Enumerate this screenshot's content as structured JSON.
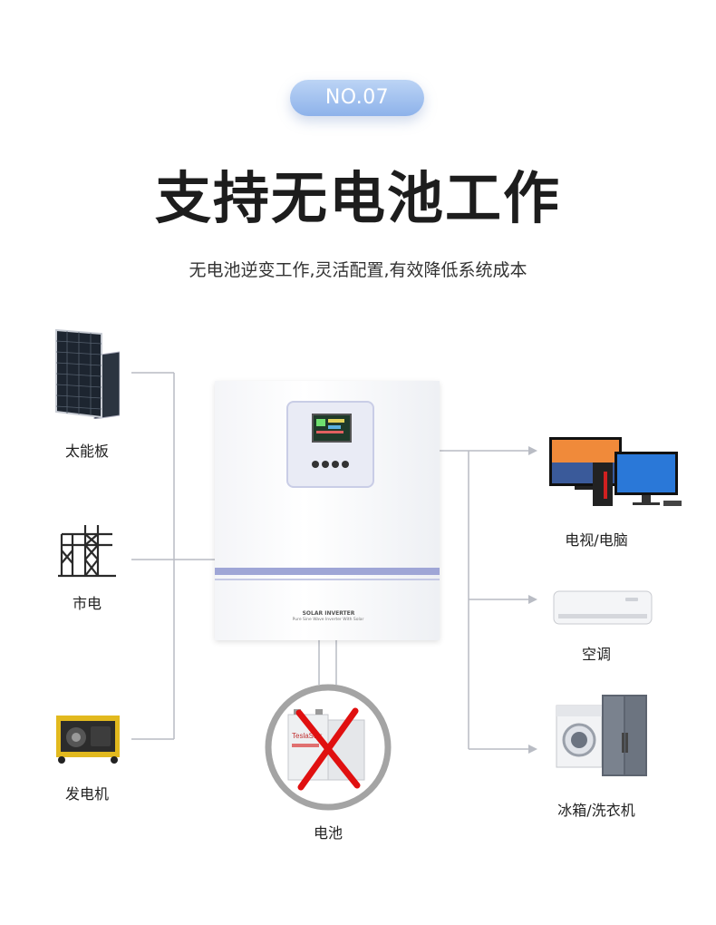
{
  "badge": "NO.07",
  "title": "支持无电池工作",
  "subtitle": "无电池逆变工作,灵活配置,有效降低系统成本",
  "inputs": {
    "solar": "太能板",
    "grid": "市电",
    "generator": "发电机"
  },
  "outputs": {
    "tv_pc": "电视/电脑",
    "ac": "空调",
    "fridge_washer": "冰箱/洗衣机"
  },
  "battery": "电池",
  "device": {
    "brand": "SOLAR INVERTER",
    "desc": "Pure Sine Wave Inverter With Solar",
    "battery_brand": "TeslaStar"
  }
}
